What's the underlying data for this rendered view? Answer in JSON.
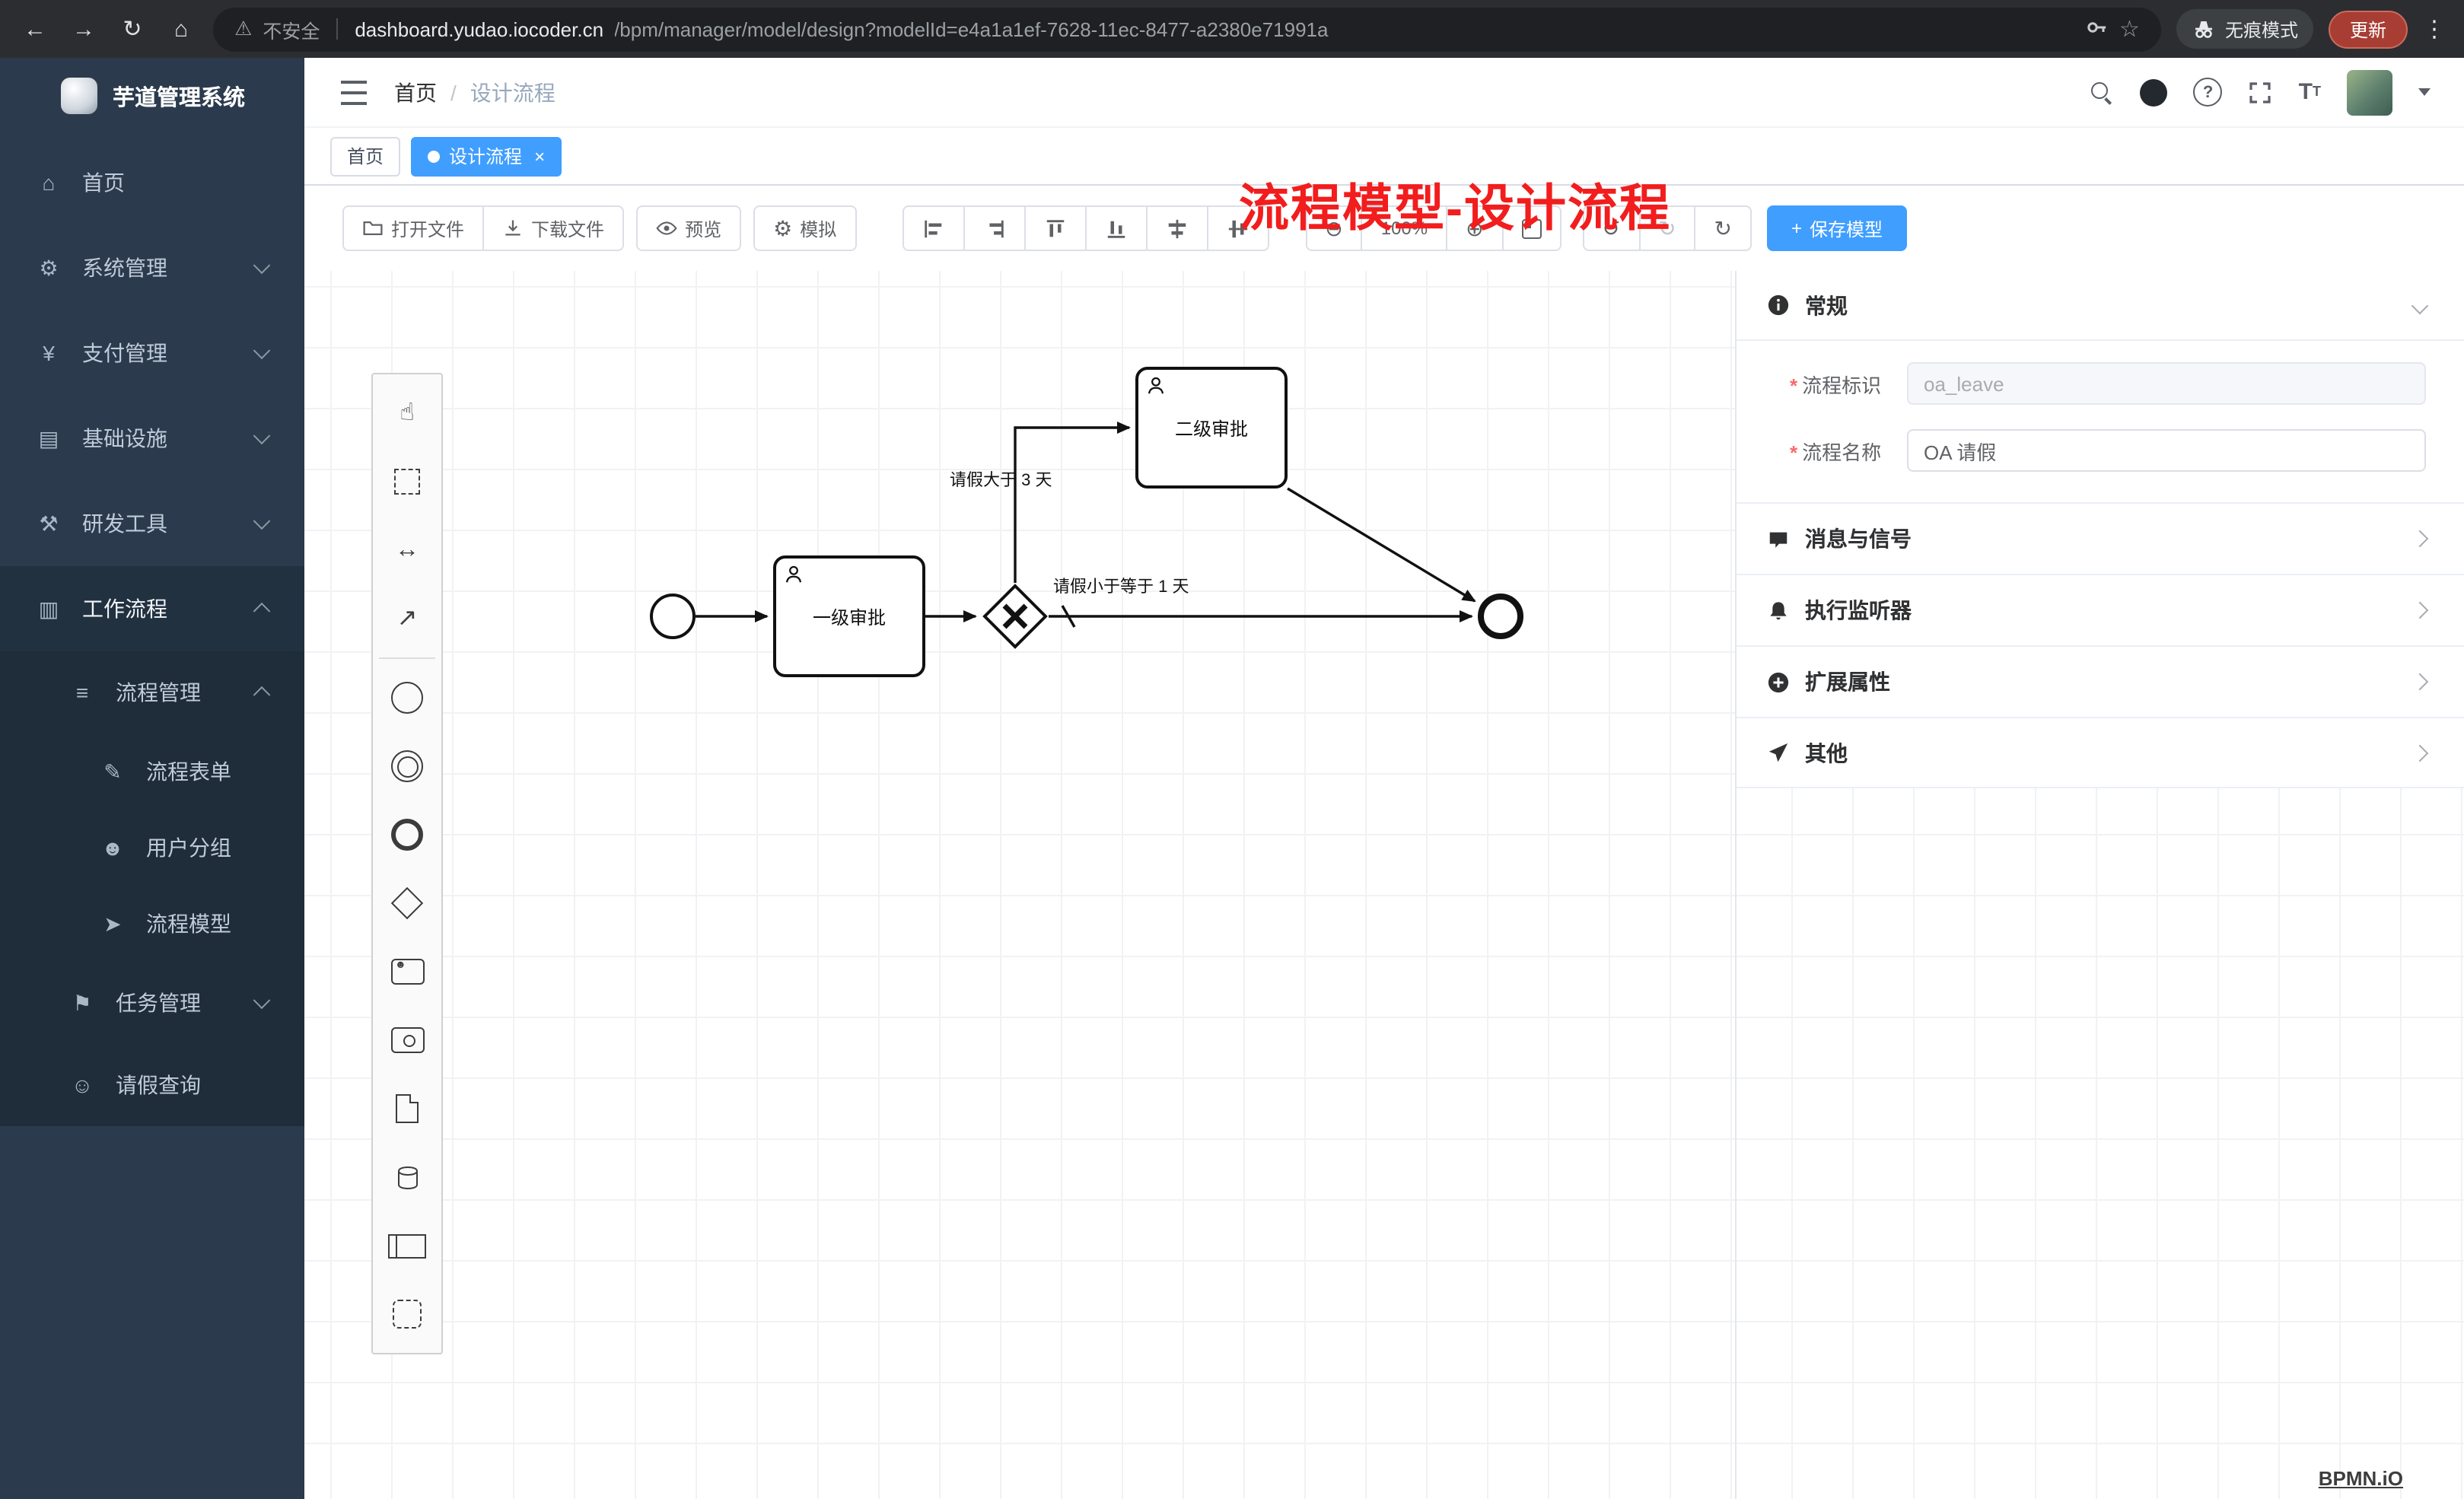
{
  "colors": {
    "accent": "#409eff",
    "annotation_red": "#f21d1d",
    "sidebar_bg": "#2b3a4d",
    "sidebar_submenu_bg": "#1f2c3a"
  },
  "browser": {
    "security_label": "不安全",
    "url_host": "dashboard.yudao.iocoder.cn",
    "url_path": "/bpm/manager/model/design?modelId=e4a1a1ef-7628-11ec-8477-a2380e71991a",
    "incognito_label": "无痕模式",
    "update_button": "更新"
  },
  "sidebar": {
    "app_title": "芋道管理系统",
    "items": [
      {
        "label": "首页"
      },
      {
        "label": "系统管理"
      },
      {
        "label": "支付管理"
      },
      {
        "label": "基础设施"
      },
      {
        "label": "研发工具"
      },
      {
        "label": "工作流程"
      },
      {
        "label": "流程管理"
      },
      {
        "label": "流程表单"
      },
      {
        "label": "用户分组"
      },
      {
        "label": "流程模型"
      },
      {
        "label": "任务管理"
      },
      {
        "label": "请假查询"
      }
    ]
  },
  "header": {
    "breadcrumb_home": "首页",
    "breadcrumb_separator": "/",
    "breadcrumb_current": "设计流程",
    "annotation": "流程模型-设计流程"
  },
  "tabs": {
    "home": "首页",
    "active": "设计流程"
  },
  "toolbar": {
    "open_file": "打开文件",
    "download_file": "下载文件",
    "preview": "预览",
    "simulate": "模拟",
    "zoom_level": "100%",
    "save_model": "保存模型"
  },
  "diagram": {
    "task_first": "一级审批",
    "task_second": "二级审批",
    "flow_label_gt3": "请假大于 3 天",
    "flow_label_lte1": "请假小于等于 1 天"
  },
  "panel": {
    "general_title": "常规",
    "process_key_label": "流程标识",
    "process_key_value": "oa_leave",
    "process_name_label": "流程名称",
    "process_name_value": "OA 请假",
    "sections": [
      {
        "label": "消息与信号"
      },
      {
        "label": "执行监听器"
      },
      {
        "label": "扩展属性"
      },
      {
        "label": "其他"
      }
    ]
  },
  "watermark": "BPMN.iO"
}
